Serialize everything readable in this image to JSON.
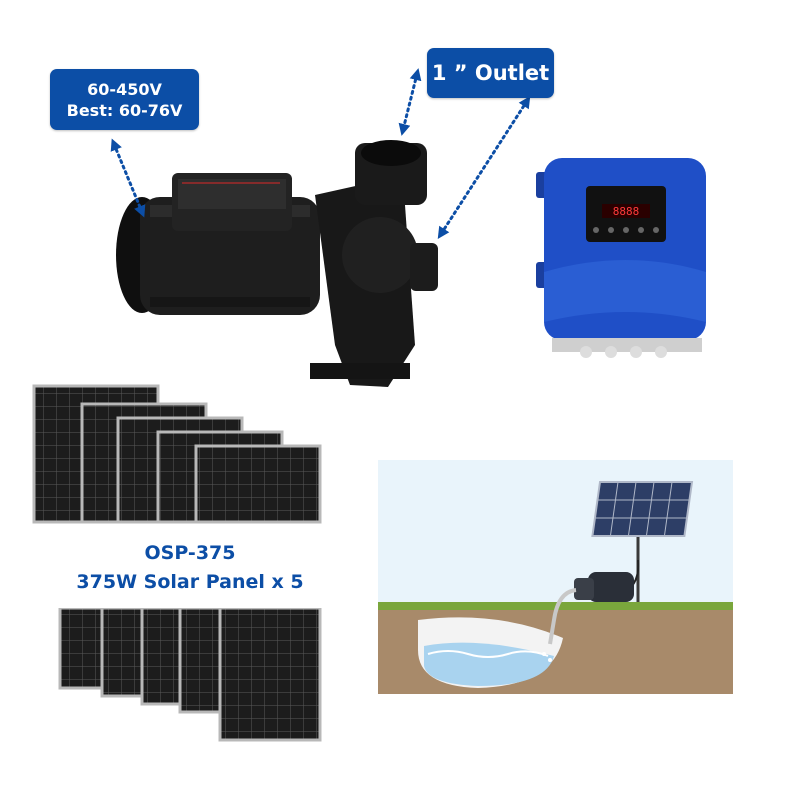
{
  "badges": {
    "voltage_line1": "60-450V",
    "voltage_line2": "Best: 60-76V",
    "outlet": "1 ” Outlet"
  },
  "panel_caption": {
    "model": "OSP-375",
    "description": "375W Solar Panel x 5"
  },
  "colors": {
    "badge_blue": "#0c4ea6",
    "controller_blue": "#1f4fc7",
    "pump_black": "#1b1b1b",
    "water": "#a9d3ef",
    "grass": "#7aa63c",
    "soil": "#a88a6a"
  }
}
